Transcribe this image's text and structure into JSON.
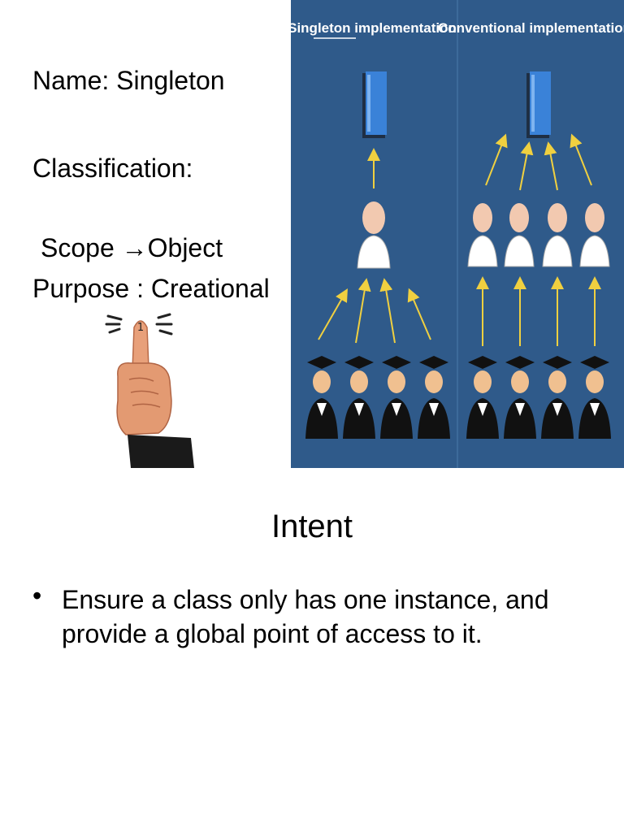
{
  "slide1": {
    "name_line": "Name: Singleton",
    "classification_label": "Classification:",
    "scope_line": "Scope →Object",
    "purpose_line": "Purpose : Creational",
    "hand_badge": "1",
    "diagram": {
      "left_heading": "Singleton implementation",
      "right_heading": "Conventional implementation"
    },
    "colors": {
      "diagram_bg": "#2f5a8a",
      "arrow": "#f0d040",
      "book": "#3a82d8"
    }
  },
  "slide2": {
    "title": "Intent",
    "bullets": [
      "Ensure a class only has one instance, and provide a global point of access to it."
    ]
  }
}
